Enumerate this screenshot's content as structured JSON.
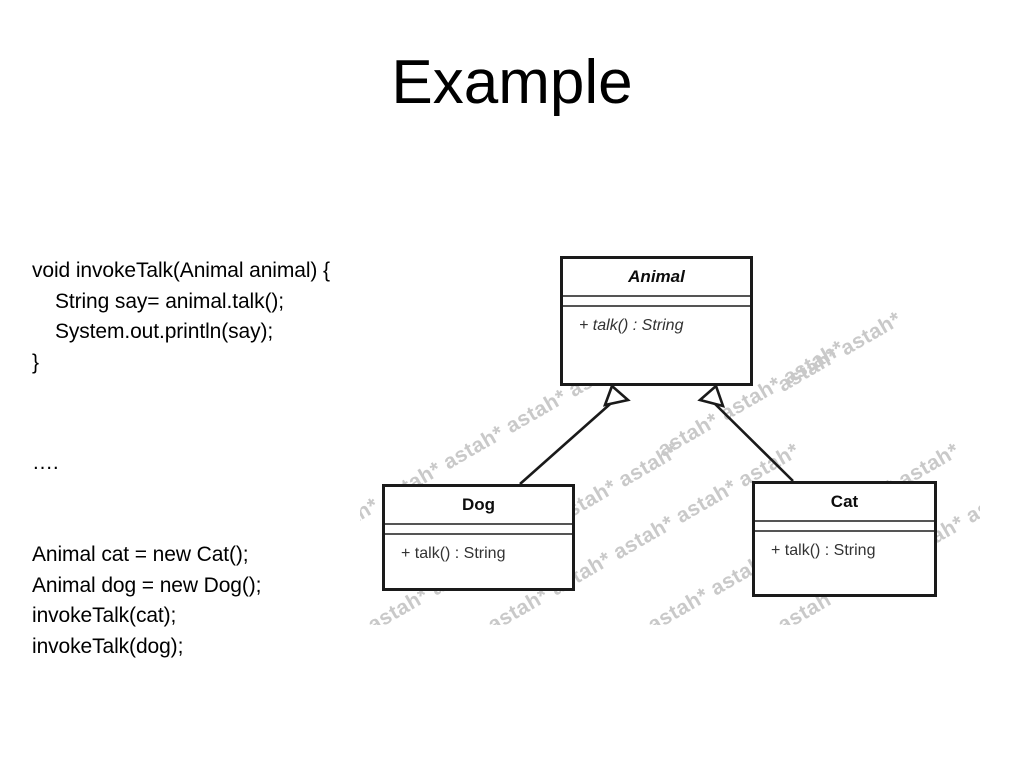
{
  "slide": {
    "title": "Example",
    "background_color": "#ffffff",
    "text_color": "#000000"
  },
  "code": {
    "method_block": [
      "void invokeTalk(Animal animal) {",
      "    String say= animal.talk();",
      "    System.out.println(say);",
      "}"
    ],
    "ellipsis": "….",
    "usage_block": [
      "Animal cat = new Cat();",
      "Animal dog = new Dog();",
      "invokeTalk(cat);",
      "invokeTalk(dog);"
    ]
  },
  "diagram": {
    "type": "uml-class-diagram",
    "tool_watermark": "astah*",
    "watermark_color": "#c9c9c9",
    "border_color": "#1a1a1a",
    "separator_color": "#555555",
    "classes": [
      {
        "name": "Animal",
        "abstract": true,
        "attributes": [],
        "operations": [
          {
            "text": "+ talk() : String",
            "abstract": true
          }
        ]
      },
      {
        "name": "Dog",
        "abstract": false,
        "attributes": [],
        "operations": [
          {
            "text": "+ talk() : String",
            "abstract": false
          }
        ]
      },
      {
        "name": "Cat",
        "abstract": false,
        "attributes": [],
        "operations": [
          {
            "text": "+ talk() : String",
            "abstract": false
          }
        ]
      }
    ],
    "relationships": [
      {
        "type": "generalization",
        "from": "Dog",
        "to": "Animal"
      },
      {
        "type": "generalization",
        "from": "Cat",
        "to": "Animal"
      }
    ]
  }
}
